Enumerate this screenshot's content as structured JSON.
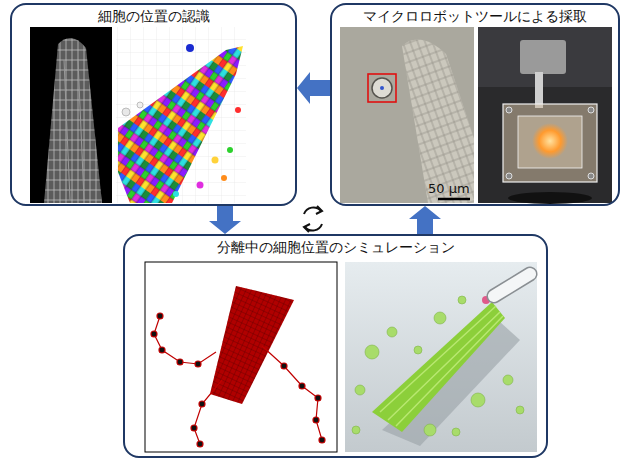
{
  "diagram": {
    "nodes": [
      {
        "text": [
          "細胞の位置の認識"
        ]
      },
      {
        "text": [
          "マイクロロボットツールによる採取"
        ]
      },
      {
        "text": [
          "分離中の細胞位置のシミュレーション"
        ]
      }
    ],
    "edges": [
      {
        "from": 1,
        "to": 0,
        "arrow": "to"
      },
      {
        "from": 0,
        "to": 2,
        "arrow": "to"
      },
      {
        "from": 2,
        "to": 1,
        "arrow": "to"
      }
    ],
    "labels": [
      "50 μm"
    ]
  }
}
